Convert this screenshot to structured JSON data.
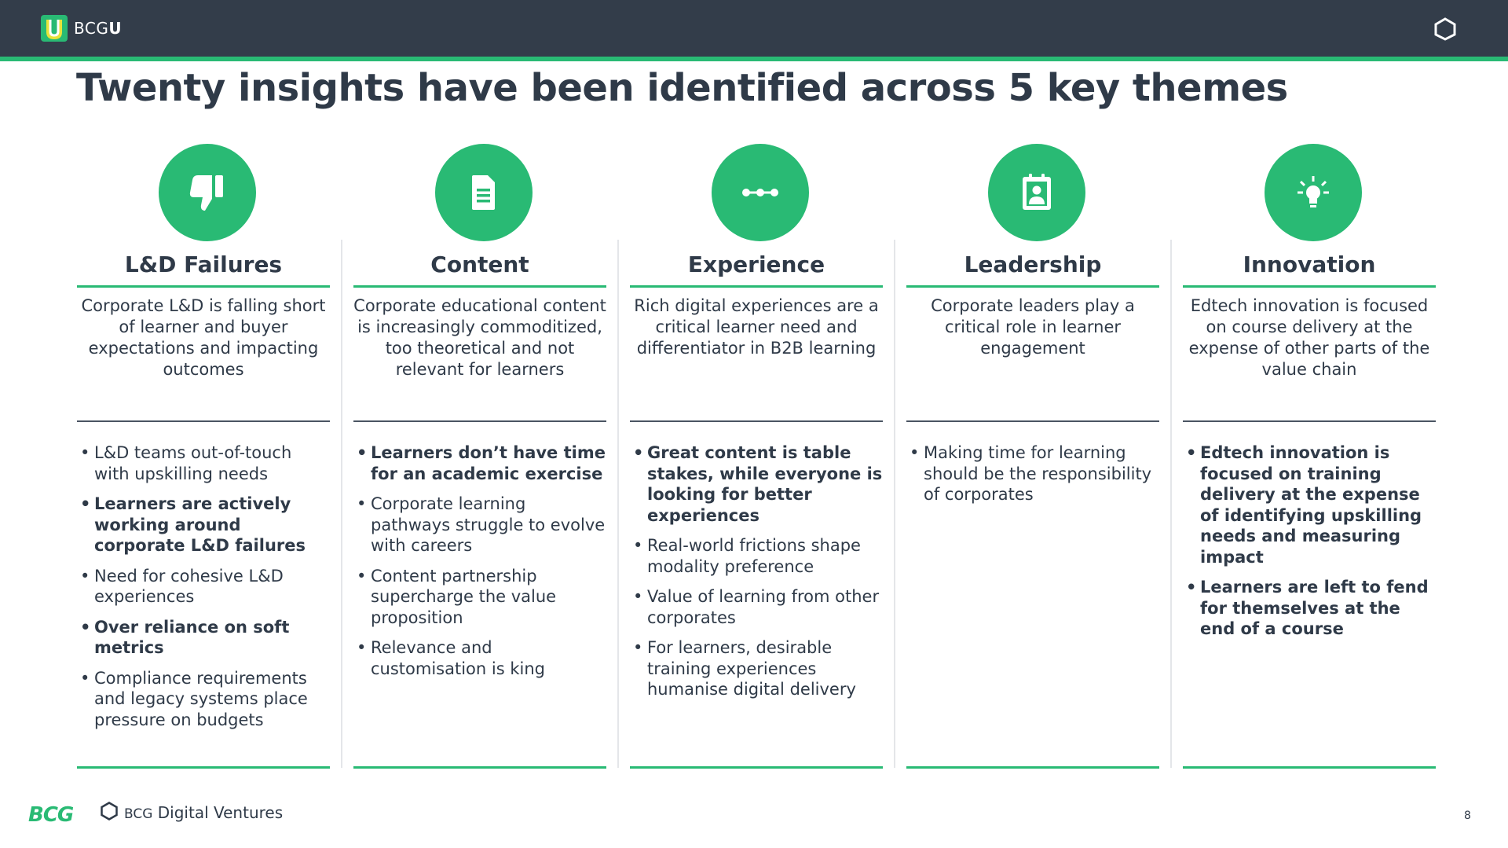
{
  "header": {
    "brand_name": "BCG",
    "brand_suffix": "U",
    "logo_icon": "bcgu-logo-icon",
    "corner_icon": "hexagon-icon"
  },
  "page_title": "Twenty insights have been identified across 5 key themes",
  "colors": {
    "accent": "#29ba74",
    "dark": "#333d4a",
    "text": "#2f3a48"
  },
  "columns": [
    {
      "icon": "thumbs-down-icon",
      "title": "L&D Failures",
      "description": "Corporate L&D is falling short of learner and buyer expectations and impacting outcomes",
      "bullets": [
        {
          "text": "L&D teams out-of-touch with upskilling needs",
          "bold": false
        },
        {
          "text": "Learners are actively working around corporate L&D failures",
          "bold": true
        },
        {
          "text": "Need for cohesive L&D experiences",
          "bold": false
        },
        {
          "text": "Over reliance on soft metrics",
          "bold": true
        },
        {
          "text": "Compliance requirements and legacy systems place pressure on budgets",
          "bold": false
        }
      ]
    },
    {
      "icon": "document-icon",
      "title": "Content",
      "description": "Corporate educational content is increasingly commoditized, too theoretical and not relevant for learners",
      "bullets": [
        {
          "text": "Learners don’t have time for an academic exercise",
          "bold": true
        },
        {
          "text": "Corporate learning pathways struggle to evolve with careers",
          "bold": false
        },
        {
          "text": "Content partnership supercharge the value proposition",
          "bold": false
        },
        {
          "text": "Relevance and customisation is king",
          "bold": false
        }
      ]
    },
    {
      "icon": "connected-dots-icon",
      "title": "Experience",
      "description": "Rich digital experiences are a critical learner need and differentiator in B2B learning",
      "bullets": [
        {
          "text": "Great content is table stakes, while everyone is looking for better experiences",
          "bold": true
        },
        {
          "text": "Real-world frictions shape modality preference",
          "bold": false
        },
        {
          "text": "Value of learning from other corporates",
          "bold": false
        },
        {
          "text": "For learners, desirable training experiences humanise digital delivery",
          "bold": false
        }
      ]
    },
    {
      "icon": "user-badge-icon",
      "title": "Leadership",
      "description": "Corporate leaders play a critical role in learner engagement",
      "bullets": [
        {
          "text": "Making time for learning should be the responsibility of corporates",
          "bold": false
        }
      ]
    },
    {
      "icon": "lightbulb-icon",
      "title": "Innovation",
      "description": "Edtech innovation is focused on course delivery at the expense of other parts of the value chain",
      "bullets": [
        {
          "text": "Edtech innovation is focused on training delivery at the expense of identifying upskilling needs and measuring impact",
          "bold": true
        },
        {
          "text": "Learners are left to fend for themselves at the end of a course",
          "bold": true
        }
      ]
    }
  ],
  "footer": {
    "bcg_logo": "BCG",
    "bdv_prefix": "BCG",
    "bdv_name": "Digital Ventures",
    "page_number": "8"
  }
}
